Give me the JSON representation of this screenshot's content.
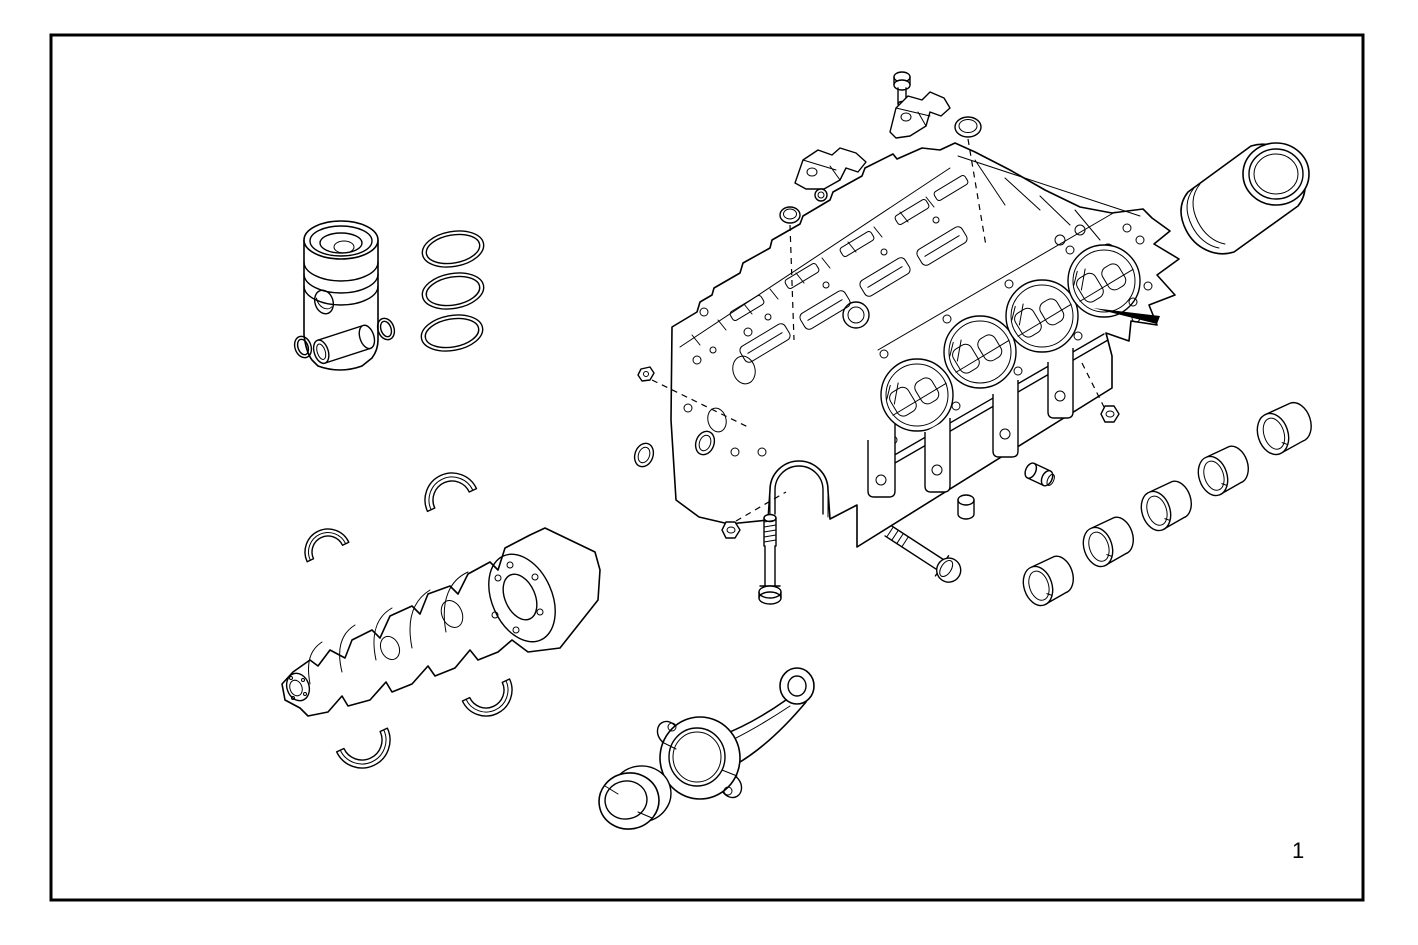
{
  "page": {
    "background": "#ffffff",
    "line_color": "#000000",
    "figure_number": "1"
  },
  "diagram": {
    "type": "exploded-parts-diagram",
    "subject": "engine short block assembly",
    "parts": [
      {
        "id": "piston",
        "label": "piston"
      },
      {
        "id": "piston-rings",
        "label": "piston ring set",
        "count": 3
      },
      {
        "id": "piston-pin",
        "label": "piston pin"
      },
      {
        "id": "circlips",
        "label": "circlip",
        "count": 2
      },
      {
        "id": "cylinder-block",
        "label": "cylinder block"
      },
      {
        "id": "lifting-brackets",
        "label": "lifting bracket",
        "count": 2
      },
      {
        "id": "cylinder-liner",
        "label": "cylinder liner"
      },
      {
        "id": "camshaft-bushings",
        "label": "camshaft bushing",
        "count": 5
      },
      {
        "id": "crankshaft",
        "label": "crankshaft"
      },
      {
        "id": "main-bearing-shells",
        "label": "main bearing shell",
        "count": 4
      },
      {
        "id": "connecting-rod",
        "label": "connecting rod"
      },
      {
        "id": "rod-bearing-bush",
        "label": "connecting rod bearing"
      },
      {
        "id": "fasteners",
        "label": "bolts, studs, nuts and plugs"
      }
    ]
  }
}
